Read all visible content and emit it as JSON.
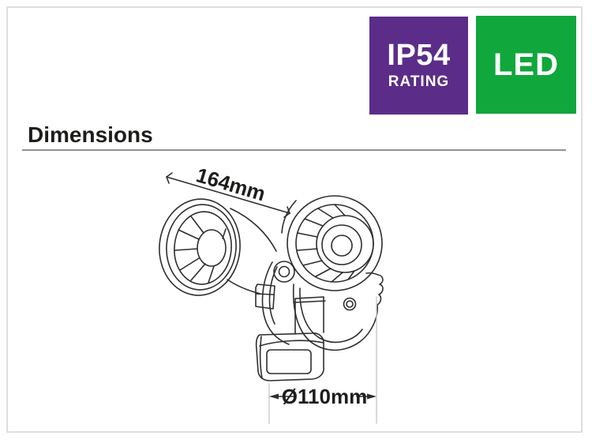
{
  "badges": {
    "ip_rating": {
      "line1": "IP54",
      "line2": "RATING",
      "bg_color": "#5B2D89",
      "text_color": "#FFFFFF"
    },
    "led": {
      "label": "LED",
      "bg_color": "#10A73C",
      "text_color": "#FFFFFF"
    }
  },
  "section": {
    "title": "Dimensions"
  },
  "diagram": {
    "subject": "twin-head LED security floodlight with PIR motion sensor, line drawing",
    "dim_width": {
      "label": "164mm"
    },
    "dim_diameter": {
      "label": "Ø110mm"
    }
  },
  "colors": {
    "page_border": "#DEDEDE",
    "heading_text": "#1D1D1B",
    "heading_rule": "#919191",
    "drawing_line": "#2E2E2E",
    "extension_line": "#C9C9C9"
  }
}
